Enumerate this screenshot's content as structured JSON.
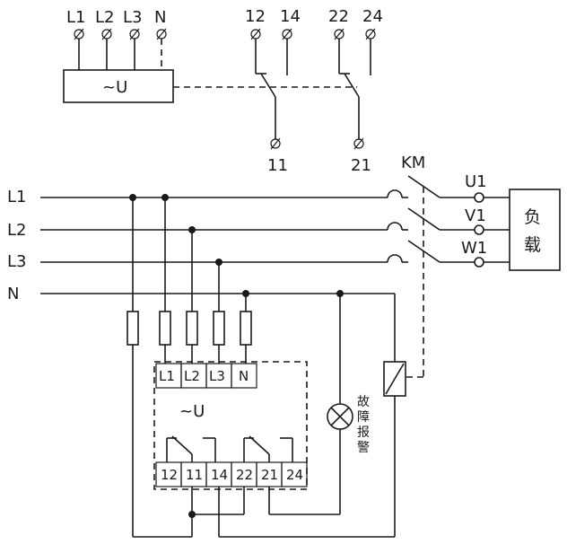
{
  "top_relay": {
    "inputs": [
      "L1",
      "L2",
      "L3",
      "N"
    ],
    "module_label": "~U",
    "contacts_top": [
      "12",
      "14",
      "22",
      "24"
    ],
    "contacts_bottom": [
      "11",
      "21"
    ]
  },
  "lines": [
    "L1",
    "L2",
    "L3",
    "N"
  ],
  "contactor": {
    "label": "KM",
    "outputs": [
      "U1",
      "V1",
      "W1"
    ]
  },
  "load_label": "负\n载",
  "load_chars": [
    "负",
    "载"
  ],
  "module": {
    "inputs": [
      "L1",
      "L2",
      "L3",
      "N"
    ],
    "label": "~U",
    "terminals": [
      "12",
      "11",
      "14",
      "22",
      "21",
      "24"
    ]
  },
  "alarm_label_chars": [
    "故",
    "障",
    "报",
    "警"
  ]
}
